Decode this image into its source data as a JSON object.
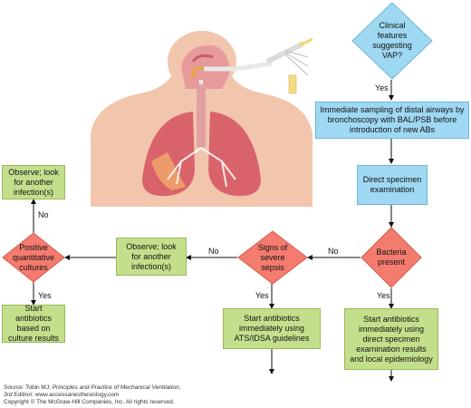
{
  "nodes": {
    "clinical": "Clinical features suggesting VAP?",
    "sampling": "Immediate sampling of distal airways by bronchoscopy with BAL/PSB before introduction of new ABs",
    "direct_exam": "Direct specimen examination",
    "bacteria": "Bacteria present",
    "sepsis": "Signs of severe sepsis",
    "observe_mid": "Observe; look for another infection(s)",
    "cultures": "Positive quantitative cultures",
    "observe_top": "Observe; look for another infection(s)",
    "abx_culture": "Start antibiotics based on culture results",
    "abx_ats": "Start antibiotics immediately using ATS/IDSA guidelines",
    "abx_direct": "Start antibiotics immediately using direct specimen examination results and local epidemiology"
  },
  "edges": {
    "yes": "Yes",
    "no": "No"
  },
  "source": {
    "line1_prefix": "Source: Tobin MJ: ",
    "line1_title": "Principles and Practice of Mechanical Ventilation,",
    "line2_edition": "3rd Edition",
    "line2_rest": ": www.accessanesthesiology.com",
    "line3": "Copyright © The McGraw-Hill Companies, Inc. All rights reserved."
  },
  "colors": {
    "decision_fill": "#f47c6e",
    "question_fill": "#9fd8f2",
    "action_fill": "#9fd8f2",
    "outcome_fill": "#c4df8c",
    "lung": "#d9636b"
  }
}
